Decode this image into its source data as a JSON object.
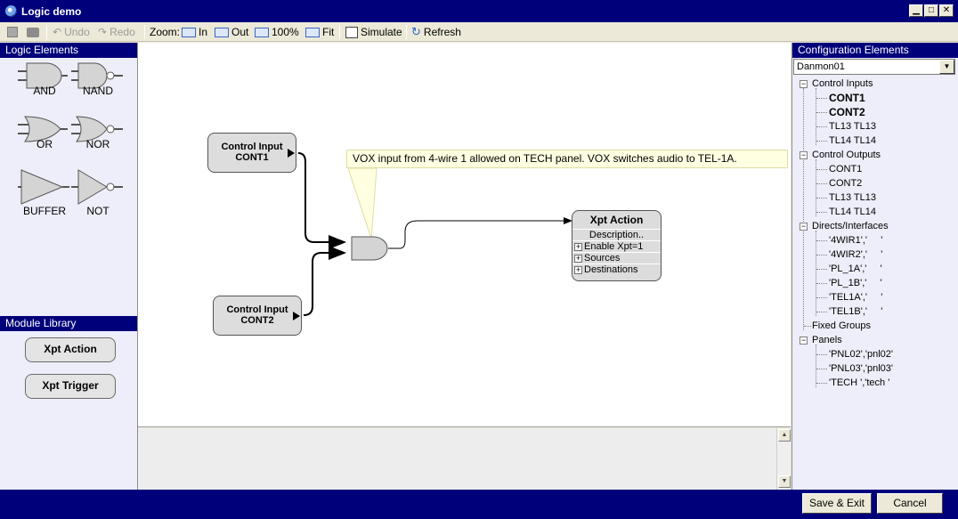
{
  "window": {
    "title": "Logic demo"
  },
  "toolbar": {
    "undo": "Undo",
    "redo": "Redo",
    "zoom_label": "Zoom:",
    "zoom_in": "In",
    "zoom_out": "Out",
    "zoom_100": "100%",
    "zoom_fit": "Fit",
    "simulate": "Simulate",
    "refresh": "Refresh"
  },
  "logic_elements": {
    "header": "Logic Elements",
    "gates": [
      "AND",
      "NAND",
      "OR",
      "NOR",
      "BUFFER",
      "NOT"
    ]
  },
  "module_library": {
    "header": "Module Library",
    "items": [
      "Xpt Action",
      "Xpt Trigger"
    ]
  },
  "canvas": {
    "input1": {
      "line1": "Control Input",
      "line2": "CONT1"
    },
    "input2": {
      "line1": "Control Input",
      "line2": "CONT2"
    },
    "callout": "VOX input from 4-wire 1 allowed on TECH panel.  VOX switches audio to TEL-1A.",
    "xpt": {
      "title": "Xpt Action",
      "description": "Description..",
      "rows": [
        "Enable Xpt=1",
        "Sources",
        "Destinations"
      ]
    }
  },
  "config": {
    "header": "Configuration Elements",
    "selected": "Danmon01",
    "tree": {
      "control_inputs": "Control Inputs",
      "ci": [
        "CONT1",
        "CONT2",
        "TL13 TL13",
        "TL14 TL14"
      ],
      "control_outputs": "Control Outputs",
      "co": [
        "CONT1",
        "CONT2",
        "TL13 TL13",
        "TL14 TL14"
      ],
      "directs": "Directs/Interfaces",
      "di": [
        "'4WIR1','     '",
        "'4WIR2','     '",
        "'PL_1A','     '",
        "'PL_1B','     '",
        "'TEL1A','     '",
        "'TEL1B','     '"
      ],
      "fixed_groups": "Fixed Groups",
      "panels": "Panels",
      "pn": [
        "'PNL02','pnl02'",
        "'PNL03','pnl03'",
        "'TECH ','tech '"
      ]
    }
  },
  "buttons": {
    "save_exit": "Save & Exit",
    "cancel": "Cancel"
  }
}
